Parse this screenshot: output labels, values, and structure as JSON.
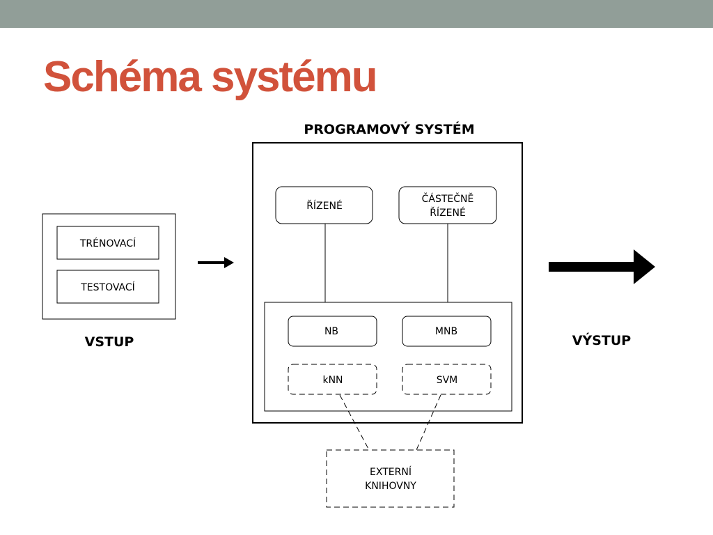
{
  "slide": {
    "title": "Schéma systému"
  },
  "diagram": {
    "system_title": "PROGRAMOVÝ SYSTÉM",
    "input": {
      "label": "VSTUP",
      "items": [
        "TRÉNOVACÍ",
        "TESTOVACÍ"
      ]
    },
    "output": {
      "label": "VÝSTUP"
    },
    "learning_types": [
      {
        "lines": [
          "ŘÍZENÉ"
        ]
      },
      {
        "lines": [
          "ČÁSTEČNĚ",
          "ŘÍZENÉ"
        ]
      }
    ],
    "algorithms": {
      "internal": [
        "NB",
        "MNB"
      ],
      "external": [
        "kNN",
        "SVM"
      ]
    },
    "external_libraries": {
      "lines": [
        "EXTERNÍ",
        "KNIHOVNY"
      ]
    }
  }
}
